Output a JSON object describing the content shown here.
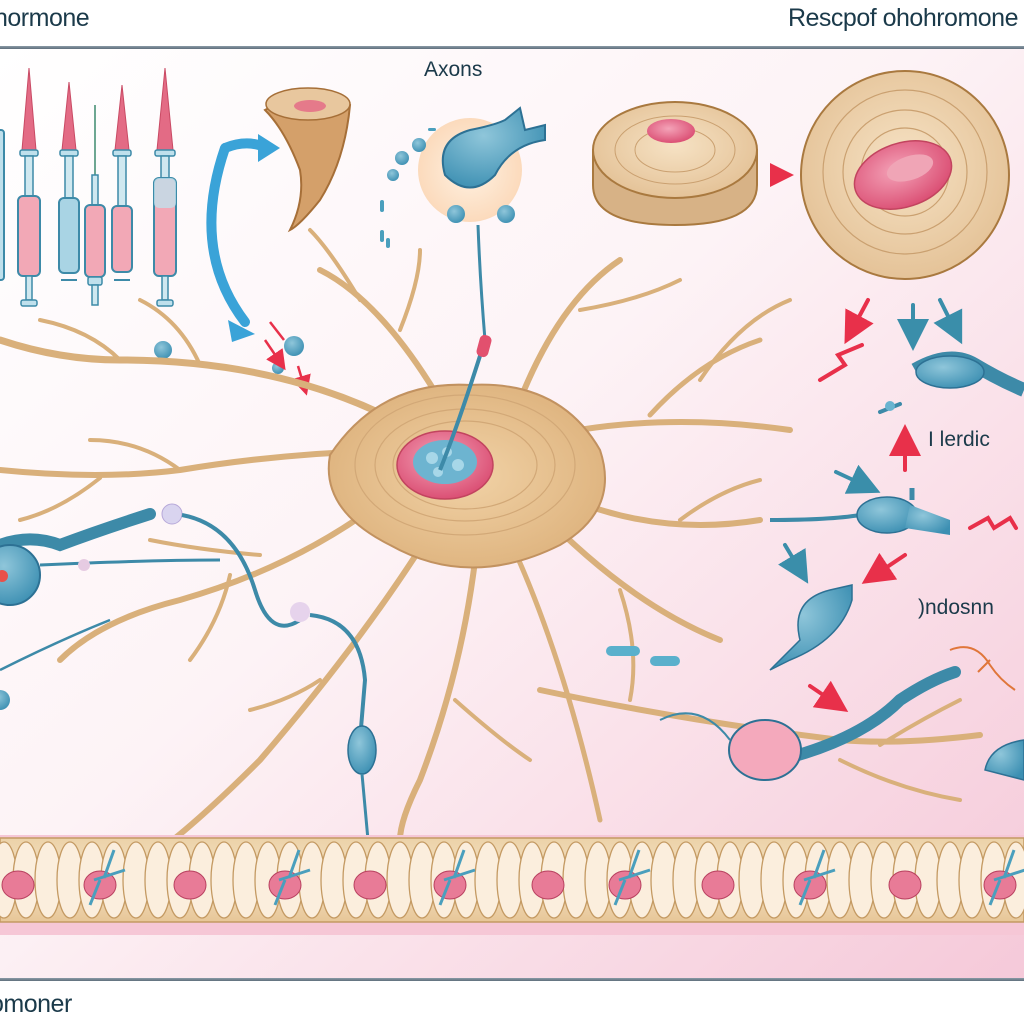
{
  "header": {
    "title_left": "hormone",
    "title_right": "Rescpof ohohromone"
  },
  "labels": {
    "axons": "Axons",
    "right_label_1": "I  lerdic",
    "right_label_2": ")ndosnn"
  },
  "footer": {
    "title_bottom": "omoner"
  },
  "illustration": {
    "subject": "neuron and hormone signaling diagram",
    "elements": [
      "syringe-row",
      "curved-blue-arrow",
      "cut-nerve-fiber",
      "axon-terminal-bubble",
      "myelin-disc-small",
      "myelin-disc-large",
      "central-neuron-soma",
      "nucleus",
      "blue-neurons",
      "red-signal-arrows",
      "blue-signal-arrows",
      "epithelial-membrane-strip"
    ],
    "colors": {
      "dendrite_tan": "#e2bf8e",
      "dendrite_outline": "#b98a55",
      "neuron_blue": "#4a9fbd",
      "neuron_blue_dark": "#2d7194",
      "nucleus_pink": "#e46b8a",
      "signal_red": "#e8304a",
      "background_pink": "#f7d3e0",
      "text_dark": "#1b3a4a"
    }
  }
}
